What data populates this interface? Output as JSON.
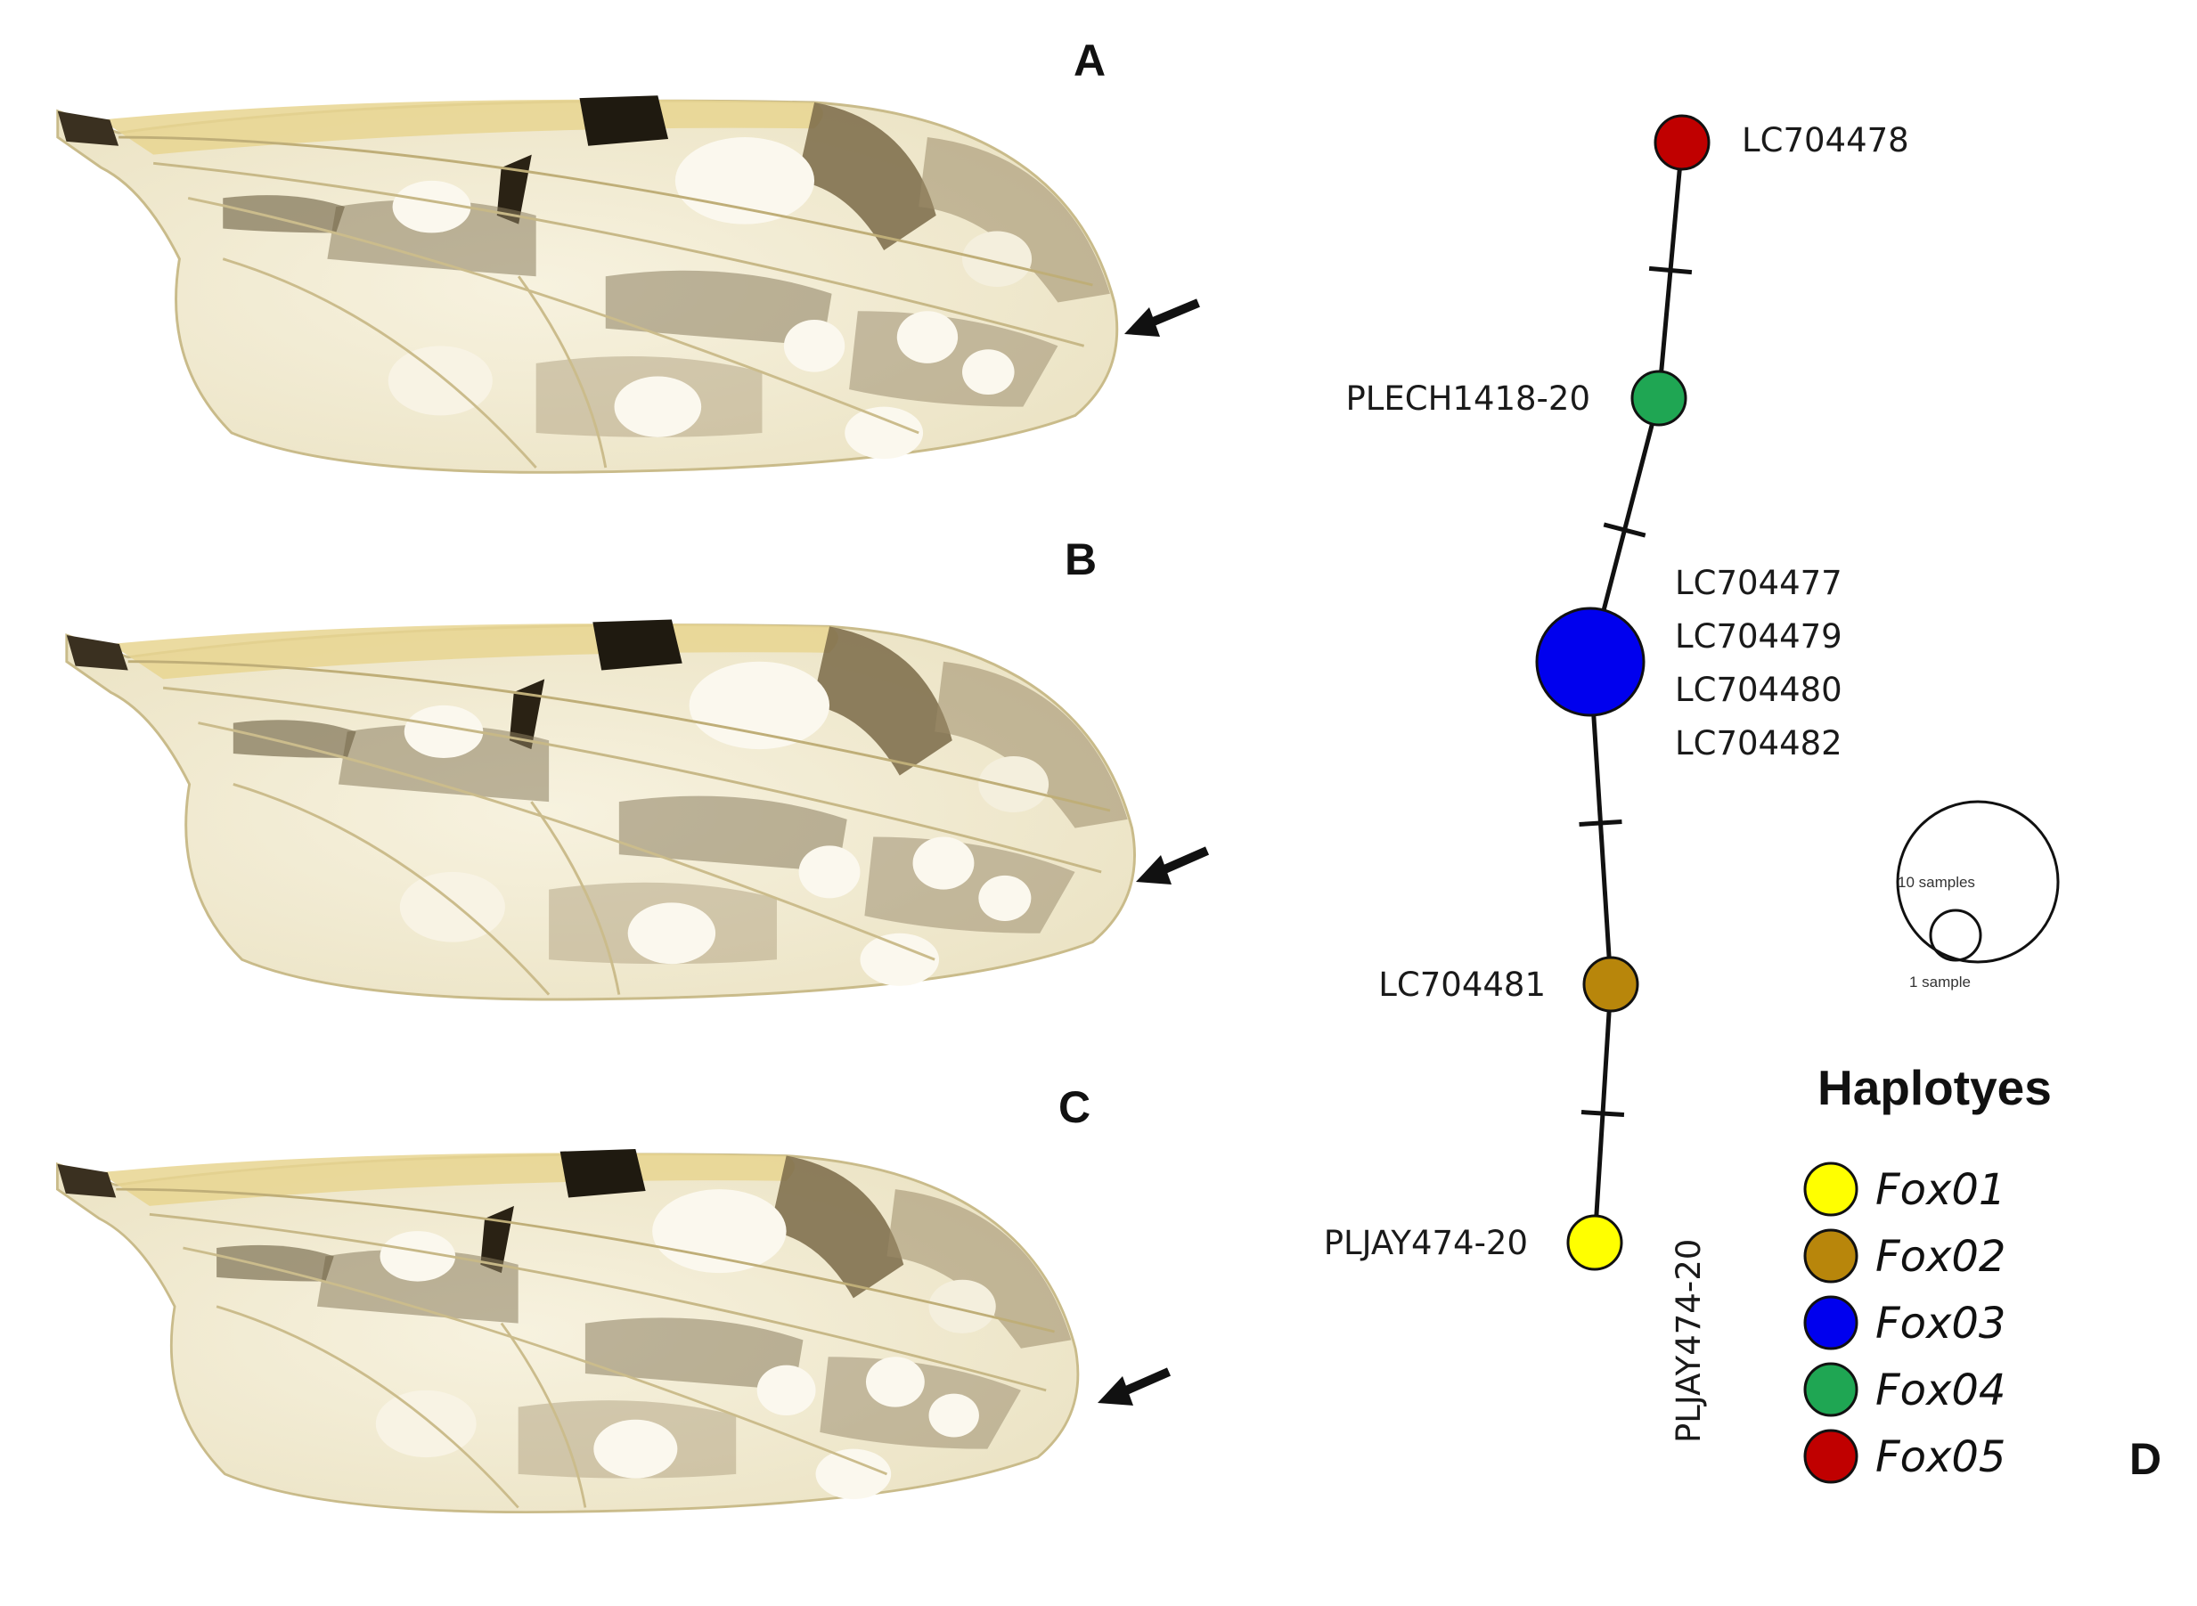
{
  "panels": {
    "a": "A",
    "b": "B",
    "c": "C",
    "d": "D"
  },
  "network": {
    "haplotypes": [
      {
        "id": "Fox05",
        "color": "#c00000",
        "samples": 1,
        "labels": [
          "LC704478"
        ]
      },
      {
        "id": "Fox04",
        "color": "#1fa653",
        "samples": 1,
        "labels": [
          "PLECH1418-20"
        ]
      },
      {
        "id": "Fox03",
        "color": "#0000ee",
        "samples": 4,
        "labels": [
          "LC704477",
          "LC704479",
          "LC704480",
          "LC704482"
        ]
      },
      {
        "id": "Fox02",
        "color": "#b8860b",
        "samples": 1,
        "labels": [
          "LC704481"
        ]
      },
      {
        "id": "Fox01",
        "color": "#ffff00",
        "samples": 1,
        "labels": [
          "PLJAY474-20"
        ]
      }
    ],
    "mutation_steps": [
      1,
      1,
      1,
      1
    ],
    "rotated_label": "PLJAY474-20"
  },
  "scale": {
    "large_label": "10 samples",
    "small_label": "1 sample"
  },
  "legend": {
    "title": "Haplotyes",
    "items": [
      {
        "name": "Fox01",
        "color": "#ffff00"
      },
      {
        "name": "Fox02",
        "color": "#b8860b"
      },
      {
        "name": "Fox03",
        "color": "#0000ee"
      },
      {
        "name": "Fox04",
        "color": "#1fa653"
      },
      {
        "name": "Fox05",
        "color": "#c00000"
      }
    ]
  }
}
